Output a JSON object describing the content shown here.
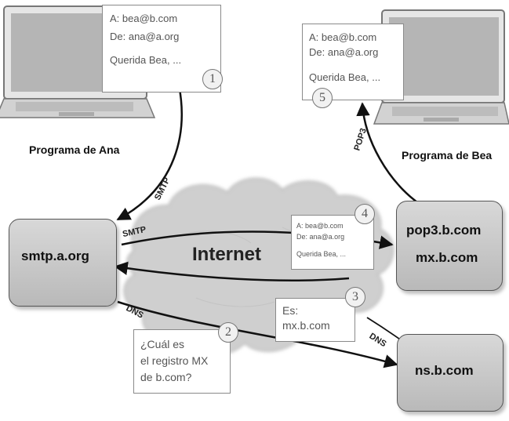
{
  "email_top_left": {
    "to": "A: bea@b.com",
    "from": "De: ana@a.org",
    "body": "Querida Bea, ..."
  },
  "email_top_right": {
    "to": "A: bea@b.com",
    "from": "De: ana@a.org",
    "body": "Querida Bea, ..."
  },
  "email_middle": {
    "to": "A: bea@b.com",
    "from": "De: ana@a.org",
    "body": "Querida Bea, ..."
  },
  "steps": [
    "1",
    "2",
    "3",
    "4",
    "5"
  ],
  "labels": {
    "ana_program": "Programa de Ana",
    "bea_program": "Programa de Bea",
    "internet": "Internet"
  },
  "servers": {
    "smtp": "smtp.a.org",
    "pop3": "pop3.b.com",
    "mx": "mx.b.com",
    "ns": "ns.b.com"
  },
  "protocols": {
    "smtp_client": "SMTP",
    "smtp_relay": "SMTP",
    "pop3": "POP3",
    "dns_query": "DNS",
    "dns_answer": "DNS"
  },
  "dns_question": {
    "line1": "¿Cuál es",
    "line2": "el registro MX",
    "line3": "de b.com?"
  },
  "dns_answer": {
    "line1": "Es:",
    "line2": "mx.b.com"
  },
  "colors": {
    "cloud": "#cfcfcf",
    "server_box": "#c4c4c4",
    "arrow": "#111111"
  }
}
